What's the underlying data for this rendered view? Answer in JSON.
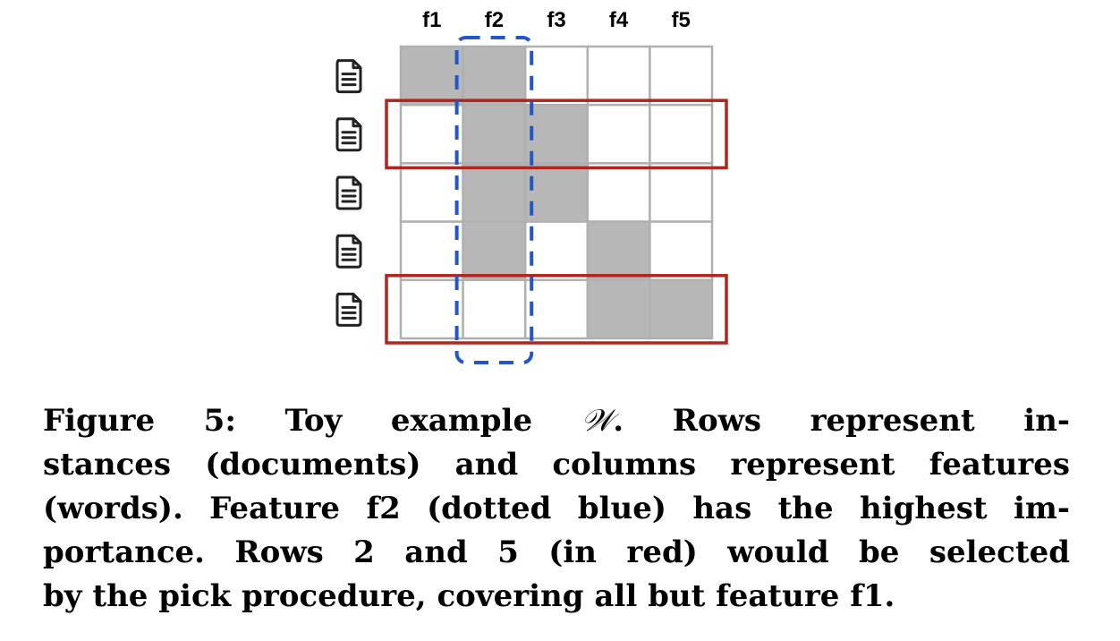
{
  "matrix": {
    "columns": [
      "f1",
      "f2",
      "f3",
      "f4",
      "f5"
    ],
    "rows": [
      {
        "icon": "document-icon",
        "cells": [
          1,
          1,
          0,
          0,
          0
        ]
      },
      {
        "icon": "document-icon",
        "cells": [
          0,
          1,
          1,
          0,
          0
        ]
      },
      {
        "icon": "document-icon",
        "cells": [
          0,
          1,
          1,
          0,
          0
        ]
      },
      {
        "icon": "document-icon",
        "cells": [
          0,
          1,
          0,
          1,
          0
        ]
      },
      {
        "icon": "document-icon",
        "cells": [
          0,
          0,
          0,
          1,
          1
        ]
      }
    ],
    "highlighted_column": "f2",
    "highlighted_column_index": 1,
    "selected_rows": [
      2,
      5
    ],
    "colors": {
      "filled_cell": "#b7b7b7",
      "empty_cell": "#ffffff",
      "grid_line": "#b0b0b0",
      "row_highlight": "#b0261e",
      "column_highlight": "#2356c6",
      "icon": "#222222"
    }
  },
  "caption": {
    "lines": [
      "Figure 5:  Toy example",
      "stances (documents) and columns represent features",
      "(words). Feature f2 (dotted blue) has the highest im-",
      "portance. Rows 2 and 5 (in red) would be selected",
      "by the pick procedure, covering all but feature f1."
    ],
    "symbol": "𝒲",
    "line1_tail": ".   Rows represent in-"
  }
}
